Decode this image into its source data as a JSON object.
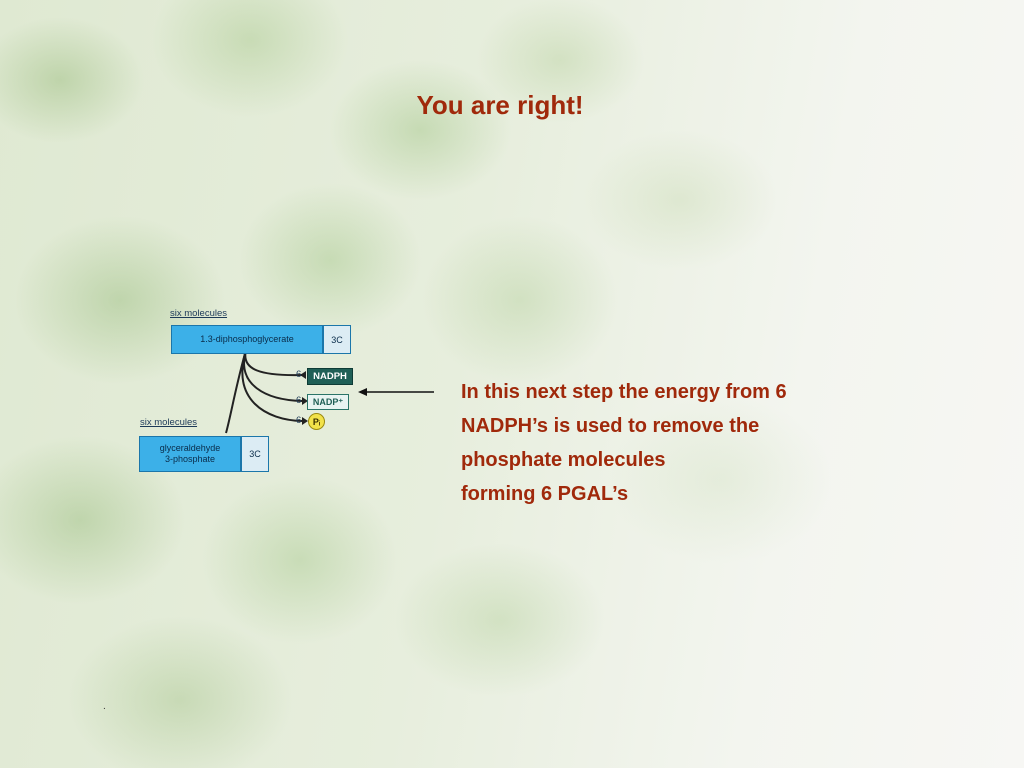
{
  "slide": {
    "title": "You are right!",
    "description_lines": [
      "In this next step the energy from 6",
      "NADPH’s is used to remove the",
      "phosphate molecules",
      "forming 6 PGAL’s"
    ],
    "footer_mark": "."
  },
  "diagram": {
    "top_label": "six molecules",
    "top_box": "1.3-diphosphoglycerate",
    "top_carbon": "3C",
    "inputs": [
      {
        "count": "6",
        "label": "NADPH"
      },
      {
        "count": "6",
        "label": "NADP⁺"
      },
      {
        "count": "6",
        "label": "Pᵢ"
      }
    ],
    "bottom_label": "six molecules",
    "bottom_box_line1": "glyceraldehyde",
    "bottom_box_line2": "3-phosphate",
    "bottom_carbon": "3C"
  },
  "colors": {
    "text_accent": "#a0290b",
    "box_blue": "#3cb0e8",
    "nadph_green": "#1f5f56",
    "pi_yellow": "#f2e24a"
  }
}
